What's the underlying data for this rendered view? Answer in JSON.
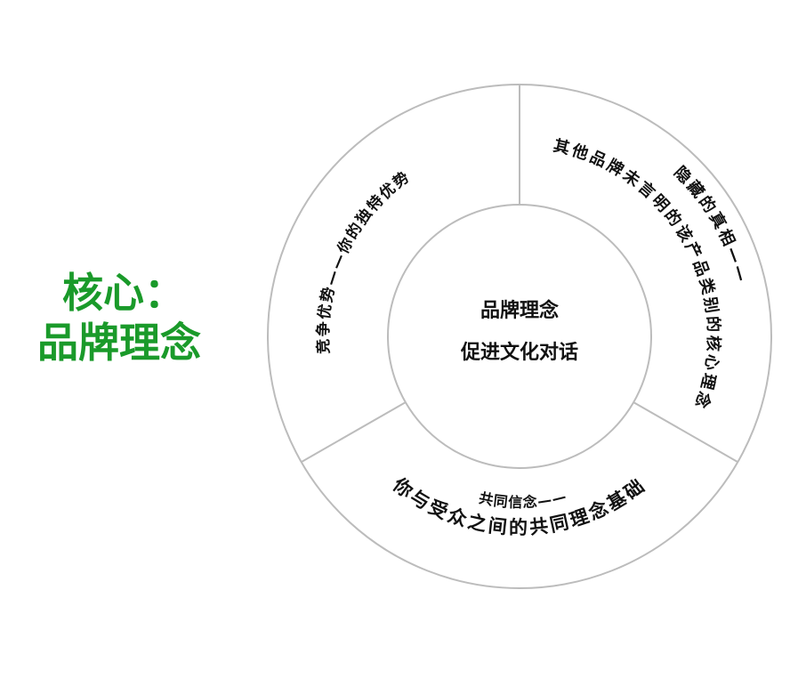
{
  "title": {
    "line1": "核心：",
    "line2": "品牌理念"
  },
  "center": {
    "line1": "品牌理念",
    "line2": "促进文化对话"
  },
  "segments": {
    "left": {
      "text": "竞争优势——你的独特优势"
    },
    "right": {
      "heading": "隐藏的真相——",
      "text": "其他品牌未言明的该产品类别的核心理念"
    },
    "bottom": {
      "heading": "共同信念——",
      "text": "你与受众之间的共同理念基础"
    }
  },
  "colors": {
    "title": "#1a9a2a",
    "lines": "#bcbcbc",
    "text": "#111111"
  }
}
